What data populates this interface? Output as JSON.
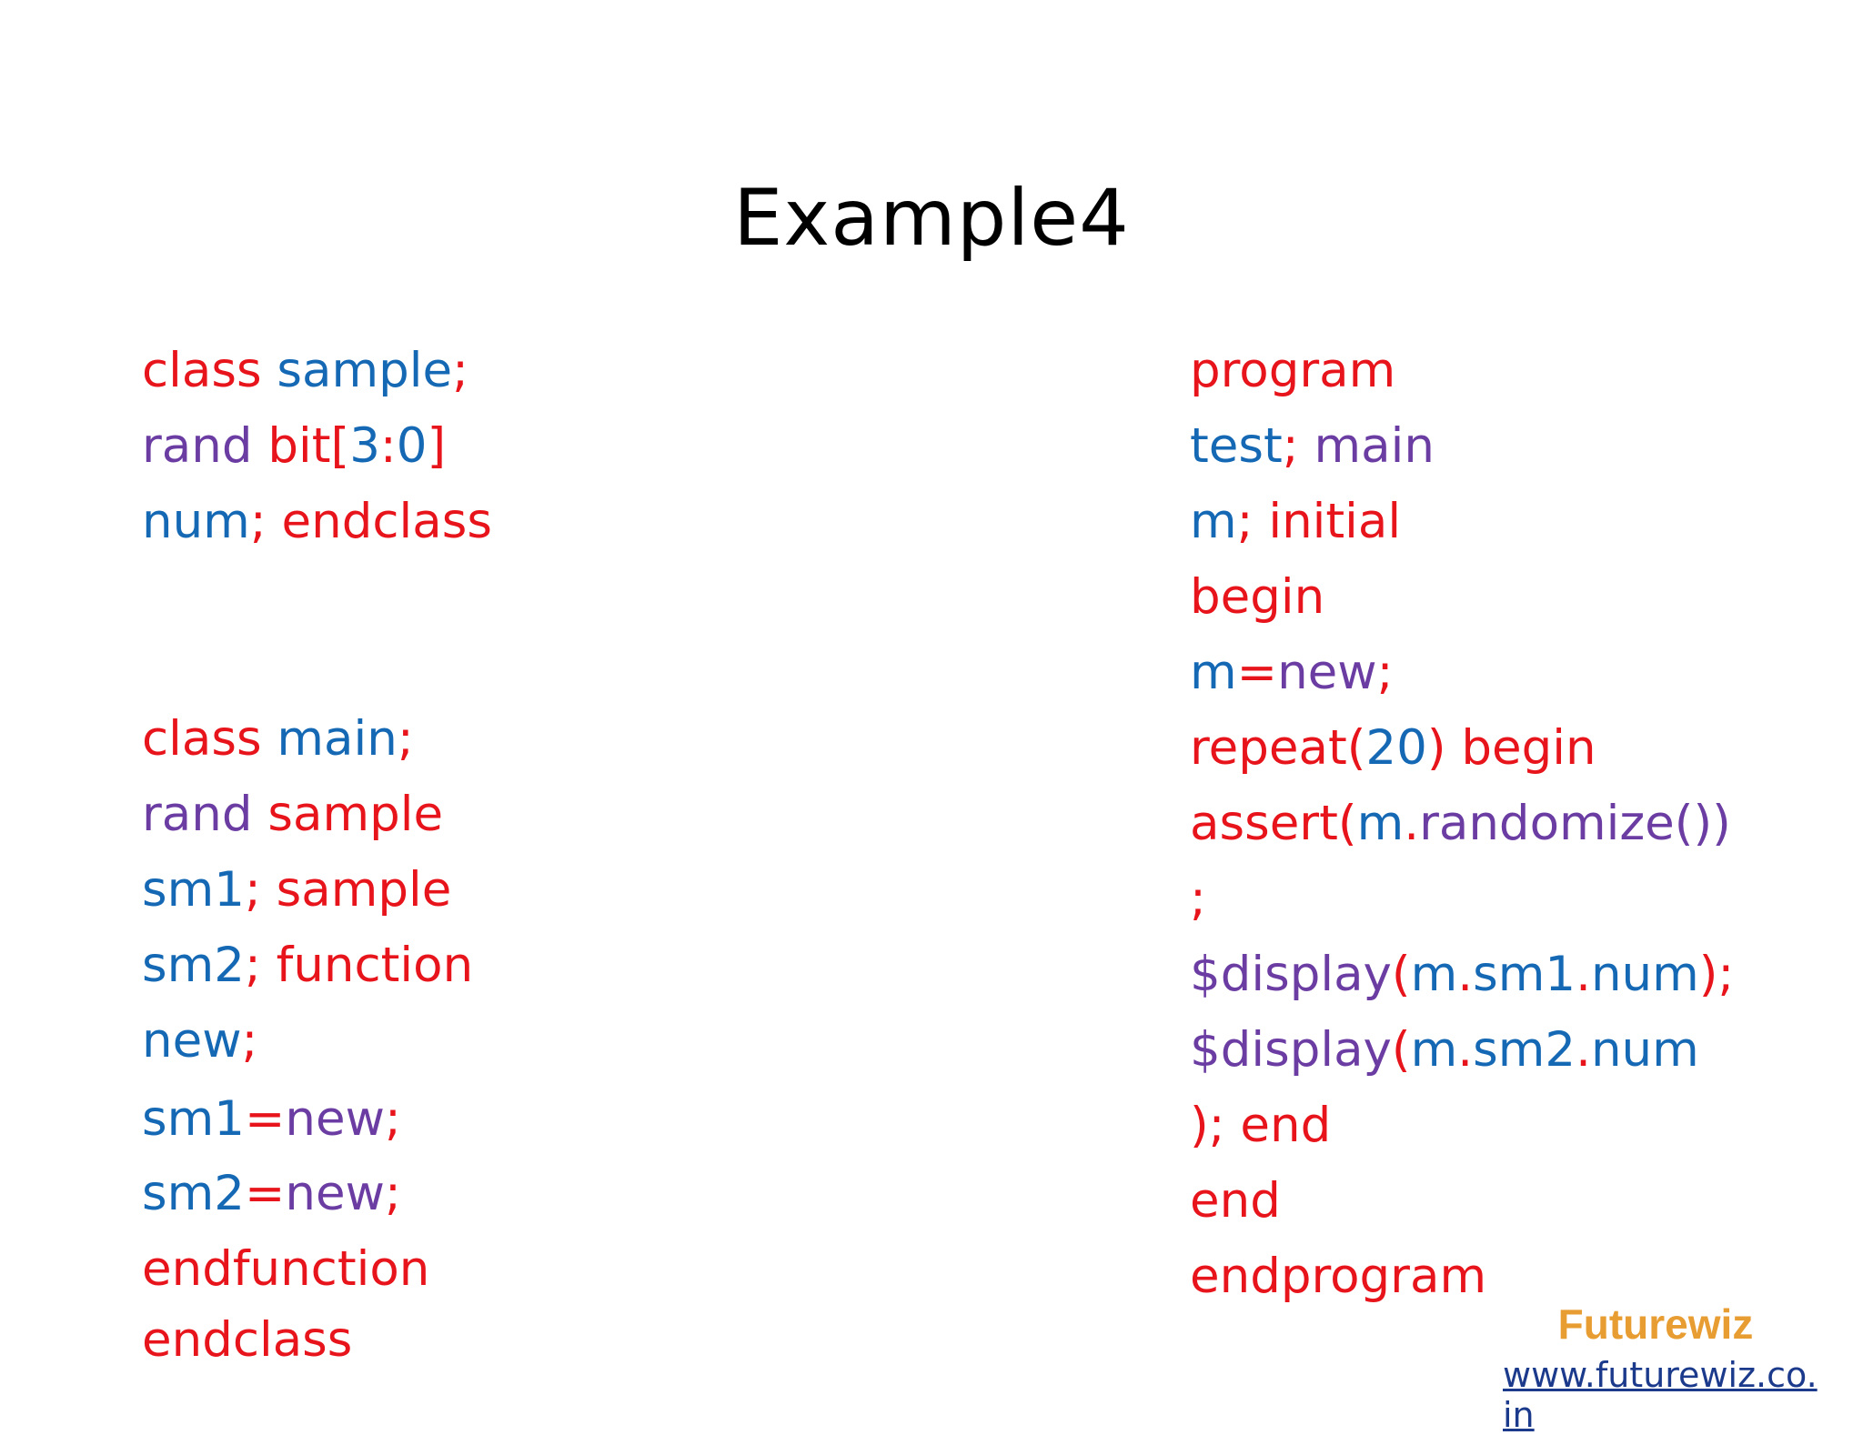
{
  "slide": {
    "title": "Example4",
    "colors": {
      "red": "#e8141b",
      "blue": "#1468b4",
      "purple": "#6b3da3",
      "brand": "#e89d32",
      "link": "#1b3a8c"
    },
    "left_code": [
      [
        {
          "t": "class ",
          "c": "red"
        },
        {
          "t": "sample",
          "c": "blue"
        },
        {
          "t": ";",
          "c": "red"
        }
      ],
      [
        {
          "t": "rand ",
          "c": "purple"
        },
        {
          "t": "bit[",
          "c": "red"
        },
        {
          "t": "3",
          "c": "blue"
        },
        {
          "t": ":",
          "c": "red"
        },
        {
          "t": "0",
          "c": "blue"
        },
        {
          "t": "]",
          "c": "red"
        }
      ],
      [
        {
          "t": "num",
          "c": "blue"
        },
        {
          "t": "; endclass",
          "c": "red"
        }
      ],
      [],
      [],
      [
        {
          "t": "class ",
          "c": "red"
        },
        {
          "t": "main",
          "c": "blue"
        },
        {
          "t": ";",
          "c": "red"
        }
      ],
      [
        {
          "t": "rand ",
          "c": "purple"
        },
        {
          "t": "sample",
          "c": "red"
        }
      ],
      [
        {
          "t": "sm1",
          "c": "blue"
        },
        {
          "t": "; sample",
          "c": "red"
        }
      ],
      [
        {
          "t": "sm2",
          "c": "blue"
        },
        {
          "t": "; function",
          "c": "red"
        }
      ],
      [
        {
          "t": "new",
          "c": "blue"
        },
        {
          "t": ";",
          "c": "red"
        }
      ],
      [
        {
          "t": "sm1",
          "c": "blue"
        },
        {
          "t": "=",
          "c": "red"
        },
        {
          "t": "new",
          "c": "purple"
        },
        {
          "t": ";",
          "c": "red"
        }
      ],
      [
        {
          "t": "sm2",
          "c": "blue"
        },
        {
          "t": "=",
          "c": "red"
        },
        {
          "t": "new",
          "c": "purple"
        },
        {
          "t": ";",
          "c": "red"
        }
      ],
      [
        {
          "t": "endfunction",
          "c": "red"
        }
      ],
      [
        {
          "t": "endclass",
          "c": "red"
        }
      ]
    ],
    "right_code": [
      [
        {
          "t": "program",
          "c": "red"
        }
      ],
      [
        {
          "t": "test",
          "c": "blue"
        },
        {
          "t": "; ",
          "c": "red"
        },
        {
          "t": "main",
          "c": "purple"
        }
      ],
      [
        {
          "t": "m",
          "c": "blue"
        },
        {
          "t": "; initial",
          "c": "red"
        }
      ],
      [
        {
          "t": "begin",
          "c": "red"
        }
      ],
      [
        {
          "t": "m",
          "c": "blue"
        },
        {
          "t": "=",
          "c": "red"
        },
        {
          "t": "new",
          "c": "purple"
        },
        {
          "t": ";",
          "c": "red"
        }
      ],
      [
        {
          "t": "repeat(",
          "c": "red"
        },
        {
          "t": "20",
          "c": "blue"
        },
        {
          "t": ") begin",
          "c": "red"
        }
      ],
      [
        {
          "t": "assert(",
          "c": "red"
        },
        {
          "t": "m",
          "c": "blue"
        },
        {
          "t": ".",
          "c": "red"
        },
        {
          "t": "randomize())",
          "c": "purple"
        }
      ],
      [
        {
          "t": ";",
          "c": "red"
        }
      ],
      [
        {
          "t": "$display",
          "c": "purple"
        },
        {
          "t": "(",
          "c": "red"
        },
        {
          "t": "m",
          "c": "blue"
        },
        {
          "t": ".",
          "c": "red"
        },
        {
          "t": "sm1",
          "c": "blue"
        },
        {
          "t": ".",
          "c": "red"
        },
        {
          "t": "num",
          "c": "blue"
        },
        {
          "t": ");",
          "c": "red"
        }
      ],
      [
        {
          "t": "$display",
          "c": "purple"
        },
        {
          "t": "(",
          "c": "red"
        },
        {
          "t": "m",
          "c": "blue"
        },
        {
          "t": ".",
          "c": "red"
        },
        {
          "t": "sm2",
          "c": "blue"
        },
        {
          "t": ".",
          "c": "red"
        },
        {
          "t": "num",
          "c": "blue"
        }
      ],
      [
        {
          "t": "); end",
          "c": "red"
        }
      ],
      [
        {
          "t": "end",
          "c": "red"
        }
      ],
      [
        {
          "t": "endprogram",
          "c": "red"
        }
      ]
    ],
    "brand_name": "Futurewiz",
    "brand_url": "www.futurewiz.co.in"
  }
}
